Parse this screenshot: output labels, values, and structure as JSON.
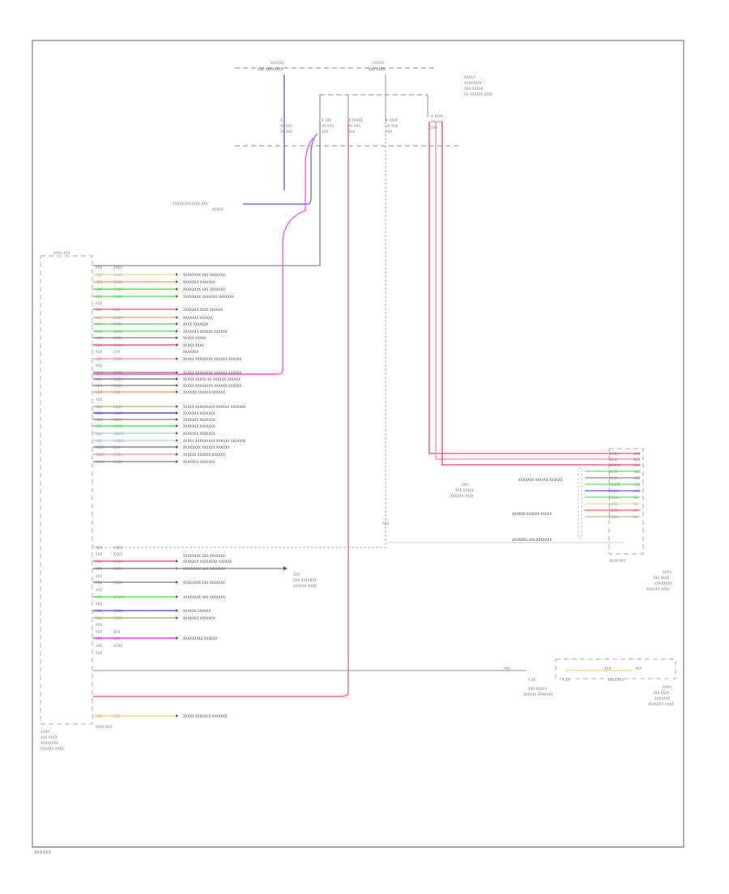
{
  "colors": {
    "frame": "#555555",
    "wire_gray": "#888888",
    "wire_red": "#ff5a78",
    "wire_pink": "#ff9ab0",
    "wire_magenta": "#ee44ee",
    "wire_blue": "#5555ee",
    "wire_lightblue": "#a8d8f0",
    "wire_green": "#66dd66",
    "wire_yellow": "#f0d890",
    "wire_tan": "#c8b080",
    "wire_orange": "#e8b070",
    "label": "#777777",
    "dash": "#aaaaaa"
  },
  "footer_code": "xxxxxx",
  "top_labels": {
    "left": {
      "line1": "XXXXXX",
      "line2": "XXX XXXXXXXX"
    },
    "right": {
      "line1": "XXXXX",
      "line2": "XXX XXXX"
    },
    "relay": [
      "XXXXX",
      "XXXXXXXX",
      "XXX XXXXX",
      "XX XXXXXX XXXX"
    ]
  },
  "fuse_labels": [
    [
      "X",
      "XX XXX",
      "XX XXX"
    ],
    [
      "X XXX",
      "XX XXX",
      "XXX"
    ],
    [
      "X XXXXX",
      "XX XXX",
      "XXX"
    ],
    [
      "X XXXX",
      "XX XXX",
      "XXX"
    ],
    [
      "X XXXX",
      "XX XXX",
      "XXX"
    ]
  ],
  "power_label": [
    "XXXXX XXXXXXX XXX",
    "XXXXX"
  ],
  "left_module": {
    "label": [
      "XXXX",
      "XXX XXXX",
      "XXXXXXXX",
      "XXXXXX XXXX"
    ],
    "connector_top": "XXXX XXX",
    "connector_bottom": "XXXX XXX",
    "pins": [
      {
        "pin": "XXX",
        "wire": "XXXX",
        "dest": ""
      },
      {
        "pin": "XXX",
        "wire": "XXXX",
        "dest": "XXXXXXXX XXX XXXXXXX"
      },
      {
        "pin": "XXX",
        "wire": "XXXX",
        "dest": "XXXXXXX XXXXXXX"
      },
      {
        "pin": "XXX",
        "wire": "XXXX",
        "dest": "XXXXXXXX XXX XXXXXXX"
      },
      {
        "pin": "XXX",
        "wire": "XXXX",
        "dest": "XXXXXXXX XXXXXXX XXXXXXX"
      },
      {
        "pin": "XXX",
        "wire": "",
        "dest": ""
      },
      {
        "pin": "XXX",
        "wire": "XXX",
        "dest": "XXXXXXX XXXX XXXXXX"
      },
      {
        "pin": "XXX",
        "wire": "XXXX",
        "dest": "XXXXXXX XXXXXX"
      },
      {
        "pin": "XXX",
        "wire": "XXXX",
        "dest": "XXXX XXXXXXX"
      },
      {
        "pin": "XXX",
        "wire": "XXXX",
        "dest": "XXXXXXX XXXXXX XXXXXX"
      },
      {
        "pin": "XXX",
        "wire": "XXXX",
        "dest": "XXXXX XXXXX"
      },
      {
        "pin": "XXX",
        "wire": "XXXX",
        "dest": "XXXXX XXXX"
      },
      {
        "pin": "XXX",
        "wire": "XXX",
        "dest": "XXXXXXX"
      },
      {
        "pin": "XXX",
        "wire": "XXXX",
        "dest": "XXXXX XXXXXXXX XXXXXX XXXXXX"
      },
      {
        "pin": "XXX",
        "wire": "",
        "dest": ""
      },
      {
        "pin": "XXX",
        "wire": "XXXX",
        "dest": "XXXXX XXXXXXXX XXXXXX XXXXXX"
      },
      {
        "pin": "XXX",
        "wire": "XXXX",
        "dest": "XXXXX XXXXX XX XXXXXX XXXXXX"
      },
      {
        "pin": "XXX",
        "wire": "XXXX",
        "dest": "XXXXX XXXXXXXX XXXXXX XXXXXX"
      },
      {
        "pin": "XXX",
        "wire": "XXX",
        "dest": "XXXXXX XXXXXX XXXXXX"
      },
      {
        "pin": "XXX",
        "wire": "",
        "dest": ""
      },
      {
        "pin": "XXX",
        "wire": "XXXX",
        "dest": "XXXXX XXXXXXXXX XXXXXX XXXXXXX"
      },
      {
        "pin": "XXX",
        "wire": "XXXX",
        "dest": "XXXXXXX XXXXXXX"
      },
      {
        "pin": "XXX",
        "wire": "XXXX",
        "dest": "XXXXXXX XXXXXXX"
      },
      {
        "pin": "XXX",
        "wire": "XXXX",
        "dest": "XXXXXXX XXXXXXX"
      },
      {
        "pin": "XXX",
        "wire": "XXXXX",
        "dest": "XXXXXXX XXXXXXX"
      },
      {
        "pin": "XXX",
        "wire": "XXXXX",
        "dest": "XXXXX XXXXXXXXX XXXXXX XXXXXXX"
      },
      {
        "pin": "XXXX",
        "wire": "XXX",
        "dest": "XXXXXXXX XXXXXX XXXXXX"
      },
      {
        "pin": "XXXX",
        "wire": "XXXX",
        "dest": "XXXXXX XXXXXX XXXXXX"
      },
      {
        "pin": "XXXX",
        "wire": "XXXX",
        "dest": "XXXXXXX XXXXXXX"
      },
      {
        "pin": "XXX",
        "wire": "XXXX",
        "dest": ""
      },
      {
        "pin": "XXX",
        "wire": "XXXX",
        "dest": ""
      },
      {
        "pin": "XXX",
        "wire": "XXXX",
        "dest": "XXXXXXX XXXXXXXX XXXXXX"
      },
      {
        "pin": "XXX",
        "wire": "XXXX",
        "dest": "XXXXXXXX XXX XXXXXXX"
      },
      {
        "pin": "XXX",
        "wire": "",
        "dest": ""
      },
      {
        "pin": "XXX",
        "wire": "XXXX",
        "dest": "XXXXXXXX XXX XXXXXXX"
      },
      {
        "pin": "XXX",
        "wire": "",
        "dest": ""
      },
      {
        "pin": "XXX",
        "wire": "XXXXX",
        "dest": "XXXXXXXX XXX XXXXXXX"
      },
      {
        "pin": "XXX",
        "wire": "",
        "dest": ""
      },
      {
        "pin": "XXX",
        "wire": "XXXX",
        "dest": "XXXXXX XXXXXX"
      },
      {
        "pin": "XXX",
        "wire": "XXXX",
        "dest": "XXXXXXX XXXXXXX"
      },
      {
        "pin": "XXX",
        "wire": "",
        "dest": ""
      },
      {
        "pin": "XXX",
        "wire": "XXX",
        "dest": ""
      },
      {
        "pin": "XXX",
        "wire": "XXX",
        "dest": "XXXXXXXXX XXXXXX"
      },
      {
        "pin": "XXX",
        "wire": "XXXX",
        "dest": ""
      },
      {
        "pin": "XXX",
        "wire": "",
        "dest": ""
      },
      {
        "pin": "XXX",
        "wire": "XXX",
        "dest": "XXXXX XXXXXXX XXXXXXX"
      },
      {
        "pin": "",
        "wire": "",
        "dest": "XXX XXXXX XXXXXXXX"
      }
    ]
  },
  "right_module": {
    "label": [
      "XXXX",
      "XXX XXXX",
      "XXXXXXXX",
      "XXXXXX XXXX"
    ],
    "connector_bottom": "XXXX XXX",
    "switch_label": [
      "XXX",
      "XXX XXXXX",
      "XXXXXX XXXX"
    ],
    "pins": [
      {
        "pin": "XXX",
        "wire": "XXXX"
      },
      {
        "pin": "XXX",
        "wire": "XXXX"
      },
      {
        "pin": "XXX",
        "wire": "XXXXX"
      },
      {
        "pin": "XXX",
        "wire": "XXXX"
      },
      {
        "pin": "XXX",
        "wire": "XXXX"
      },
      {
        "pin": "XXX",
        "wire": "XXXXX"
      },
      {
        "pin": "XXX",
        "wire": "XXXX"
      },
      {
        "pin": "XX",
        "wire": "XXXX"
      },
      {
        "pin": "XX",
        "wire": "XXXX"
      },
      {
        "pin": "XX",
        "wire": "XXXX"
      },
      {
        "pin": "XX",
        "wire": "XXXX"
      }
    ],
    "dests": [
      "XXXXXXX XXXXXX XXXXXX",
      "XXXXXX XXXXXX XXXXX",
      "XXXXXXX XXX XXXXXXX"
    ]
  },
  "middle_module": {
    "label": [
      "XXX",
      "XXX XXXXXXX",
      "XXXXXX XXXX"
    ],
    "dest": "XXXXXXXX XXX XXXXXXX"
  },
  "bottom_right": {
    "module_label": [
      "XXXX",
      "XXX XXXX",
      "XXXXXXX",
      "XXXXXXX XXXX"
    ],
    "connector_label": "XXXX XXX",
    "left_pin": "X XX",
    "left_wire": "XXX",
    "right_pin": "X XX",
    "middle_wire": "XXX",
    "right_wire": "XXX",
    "switch_label": [
      "XXX XXXXX",
      "XXXXXX XXXXXXX"
    ]
  },
  "splice_label": "XXX"
}
